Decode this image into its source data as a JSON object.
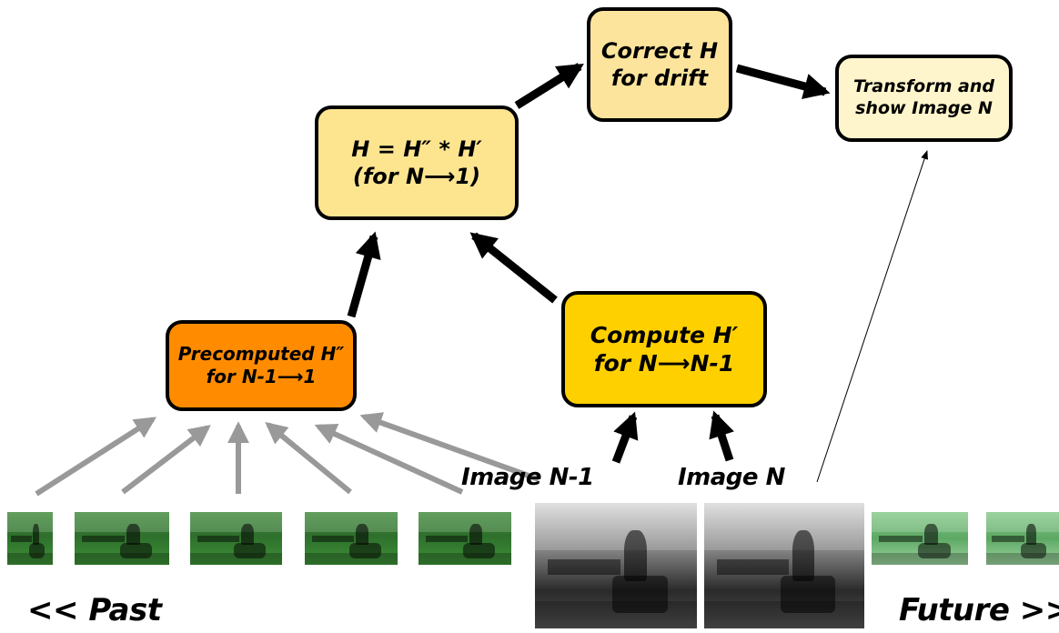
{
  "boxes": {
    "correct": {
      "line1": "Correct H",
      "line2": "for drift"
    },
    "transform": {
      "line1": "Transform and",
      "line2": "show Image N"
    },
    "compose": {
      "line1": "H = H″ * H′",
      "line2": "(for N⟶1)"
    },
    "precomputed": {
      "line1": "Precomputed H″",
      "line2": "for N-1⟶1"
    },
    "compute": {
      "line1": "Compute H′",
      "line2": "for N⟶N-1"
    }
  },
  "labels": {
    "image_n_minus_1": "Image N-1",
    "image_n": "Image N",
    "past": "<< Past",
    "future": "Future >>"
  },
  "colors": {
    "correct_box": "#fde49c",
    "transform_box": "#fff5cc",
    "compose_box": "#fde590",
    "precomputed_box": "#ff8c00",
    "compute_box": "#ffd000",
    "gray_arrow": "#999999",
    "black_arrow": "#000000"
  }
}
